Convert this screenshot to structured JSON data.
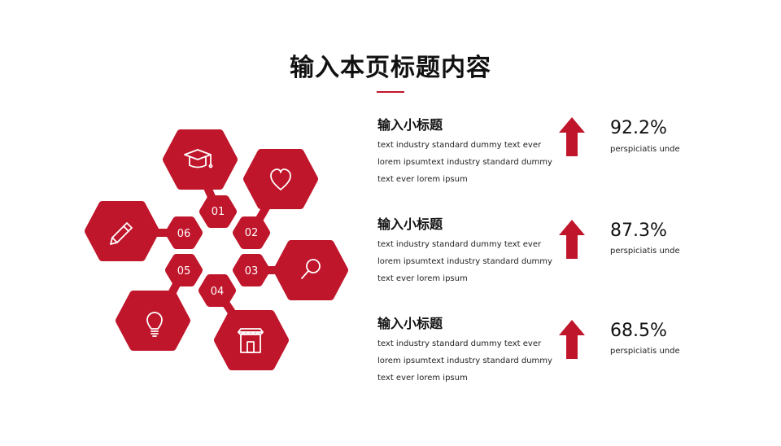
{
  "page": {
    "title": "输入本页标题内容"
  },
  "hexagons": {
    "accent_color": "#c0162b",
    "items": [
      {
        "number": "01",
        "icon": "graduation-cap-icon"
      },
      {
        "number": "02",
        "icon": "heart-icon"
      },
      {
        "number": "03",
        "icon": "search-icon"
      },
      {
        "number": "04",
        "icon": "store-icon"
      },
      {
        "number": "05",
        "icon": "lightbulb-icon"
      },
      {
        "number": "06",
        "icon": "pencil-icon"
      }
    ]
  },
  "items": [
    {
      "title": "输入小标题",
      "text": "text industry standard dummy text ever lorem ipsumtext industry standard dummy text ever lorem ipsum",
      "value": "92.2%",
      "caption": "perspiciatis unde",
      "arrow_icon": "arrow-up-icon"
    },
    {
      "title": "输入小标题",
      "text": "text industry standard dummy text ever lorem ipsumtext industry standard dummy text ever lorem ipsum",
      "value": "87.3%",
      "caption": "perspiciatis unde",
      "arrow_icon": "arrow-up-icon"
    },
    {
      "title": "输入小标题",
      "text": "text industry standard dummy text ever lorem ipsumtext industry standard dummy text ever lorem ipsum",
      "value": "68.5%",
      "caption": "perspiciatis unde",
      "arrow_icon": "arrow-up-icon"
    }
  ]
}
